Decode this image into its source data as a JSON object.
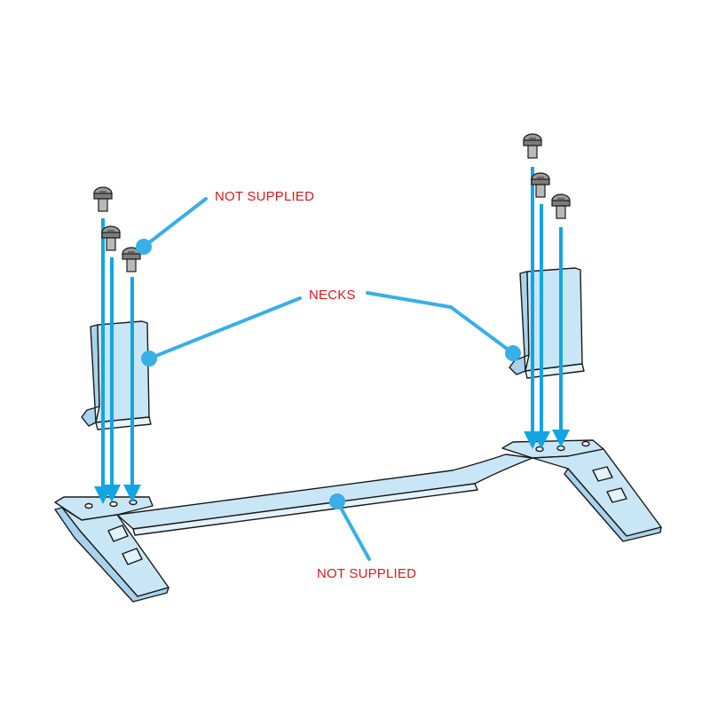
{
  "labels": {
    "not_supplied_top": "NOT SUPPLIED",
    "necks": "NECKS",
    "not_supplied_bottom": "NOT SUPPLIED"
  },
  "colors": {
    "label_text": "#d9181f",
    "callout": "#3aaee6",
    "arrow": "#13a5e1",
    "part_fill": "#c9e6f6",
    "part_stroke": "#1a1a1a",
    "screw_fill": "#9a9a9a"
  },
  "icons": [
    "screw-icon",
    "neck-icon",
    "stand-base-icon",
    "arrow-icon"
  ]
}
